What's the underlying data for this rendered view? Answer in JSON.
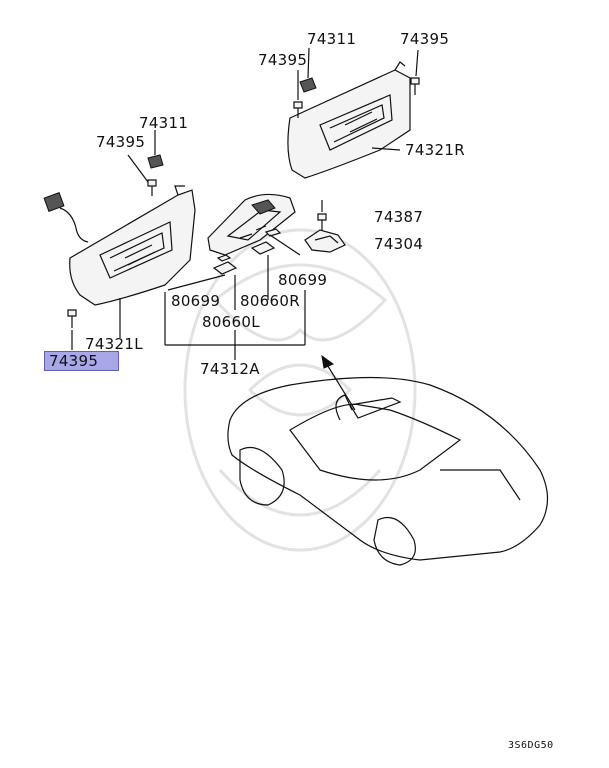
{
  "labels": {
    "p74311_right": "74311",
    "p74395_right_a": "74395",
    "p74395_right_b": "74395",
    "p74321R": "74321R",
    "p74311_left": "74311",
    "p74395_left": "74395",
    "p74387": "74387",
    "p74304": "74304",
    "p80699_right": "80699",
    "p80699_left": "80699",
    "p80660R": "80660R",
    "p80660L": "80660L",
    "p74321L": "74321L",
    "p74312A": "74312A",
    "p74395_highlight": "74395"
  },
  "diagram_code": "3S6DG50",
  "colors": {
    "highlight": "#a8a8e8",
    "line": "#111111",
    "watermark": "#e2e2e2"
  }
}
